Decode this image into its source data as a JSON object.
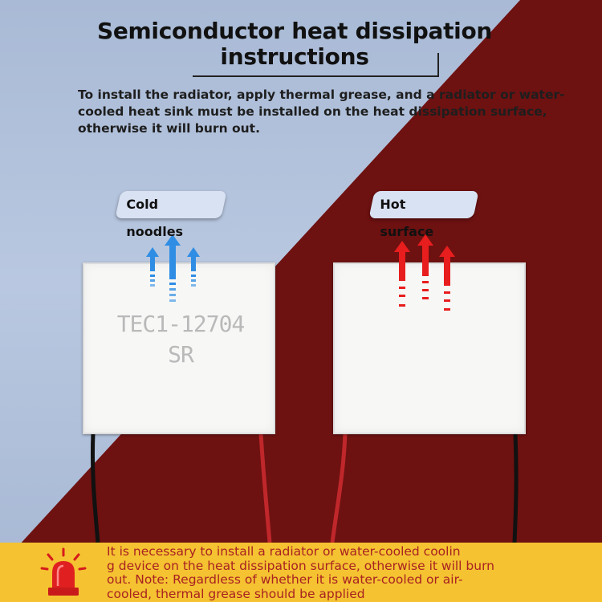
{
  "title": {
    "line1": "Semiconductor heat dissipation",
    "line2": "instructions"
  },
  "instructions": "To install the radiator, apply thermal grease, and a radiator or water-\ncooled heat sink must be installed on the heat dissipation surface,\notherwise it will burn out.",
  "labels": {
    "cold": "Cold noodles",
    "hot": "Hot surface"
  },
  "module": {
    "model": "TEC1-12704",
    "suffix": "SR"
  },
  "warning": {
    "text": "It is necessary to install a radiator or water-cooled coolin\ng device on the heat dissipation surface, otherwise it will burn\nout. Note: Regardless of whether it is water-cooled or air-\ncooled, thermal grease should be applied",
    "icon": "siren-icon"
  },
  "colors": {
    "cold_background": "#b3c3dd",
    "hot_background": "#6e1111",
    "cold_arrow": "#2f8de4",
    "hot_arrow": "#e81d1d",
    "warning_bar": "#f5c231",
    "warning_text": "#a82222"
  }
}
